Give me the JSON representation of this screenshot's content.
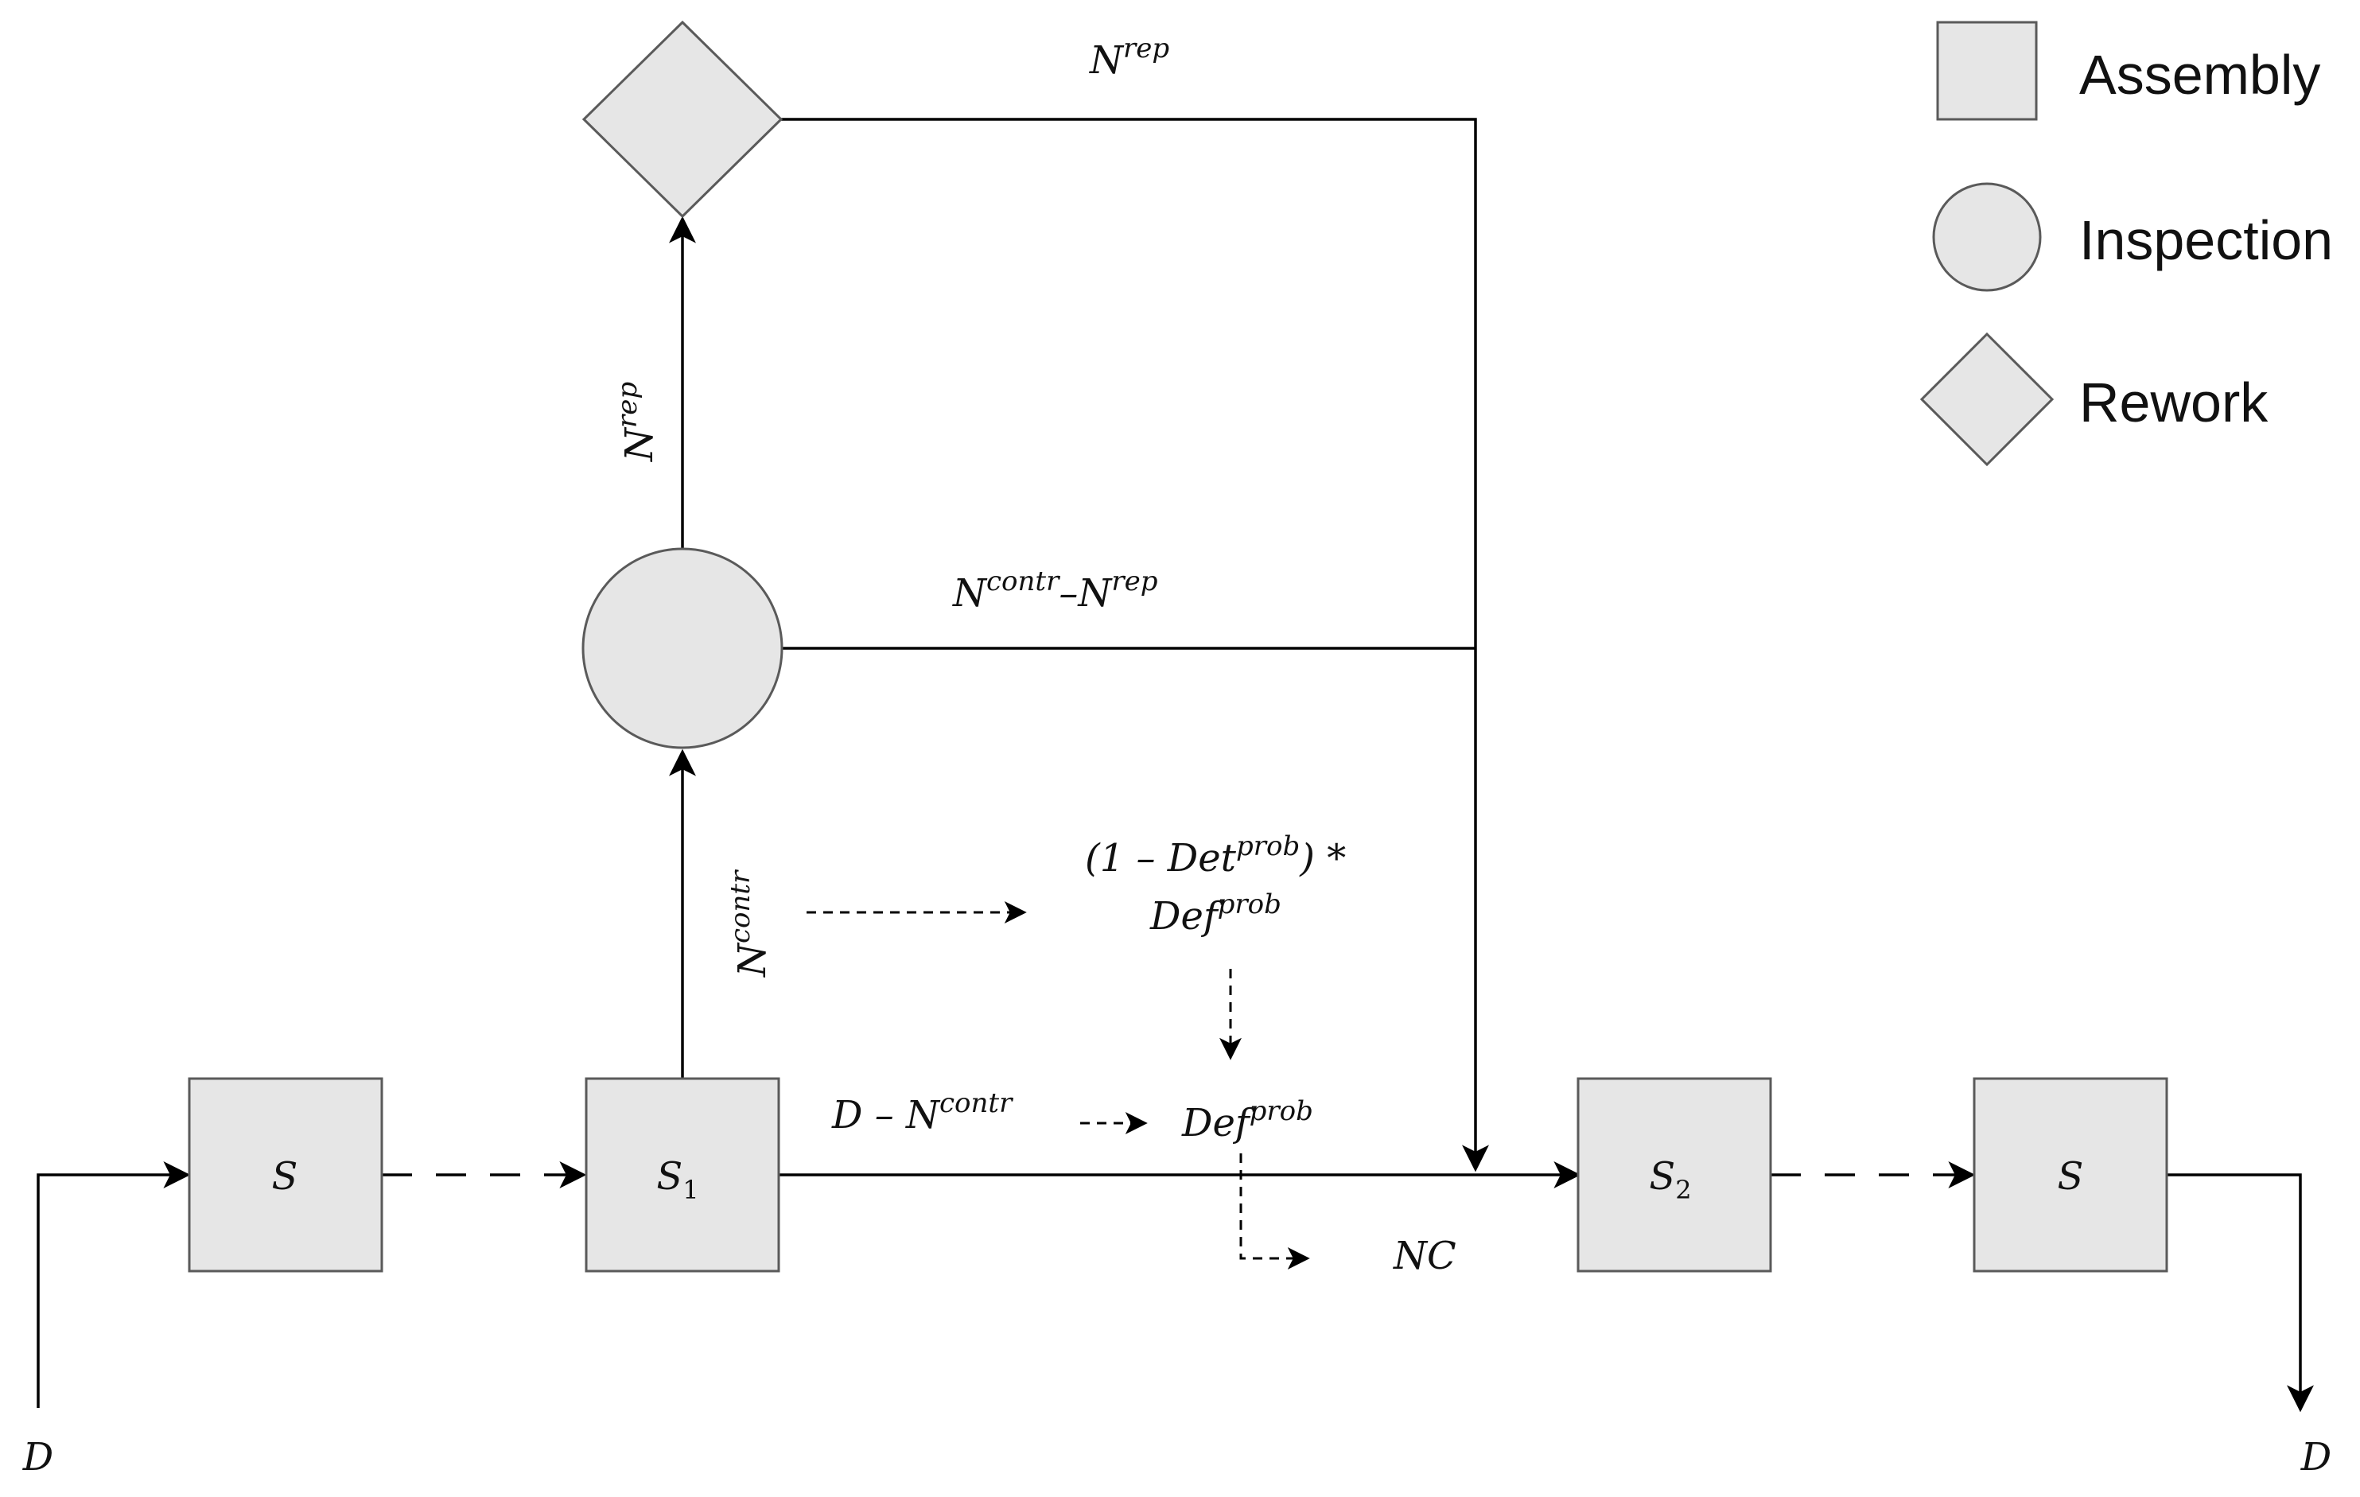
{
  "legend": {
    "assembly": "Assembly",
    "inspection": "Inspection",
    "rework": "Rework"
  },
  "stations": {
    "first": {
      "base": "S",
      "sub": ""
    },
    "s1": {
      "base": "S",
      "sub": "1"
    },
    "s2": {
      "base": "S",
      "sub": "2"
    },
    "last": {
      "base": "S",
      "sub": ""
    }
  },
  "labels": {
    "demand_in": "D",
    "demand_out": "D",
    "n_rep_top": {
      "base": "N",
      "sup": "rep"
    },
    "n_rep_vertical": {
      "base": "N",
      "sup": "rep"
    },
    "n_contr_minus_n_rep": {
      "base1": "N",
      "sup1": "contr",
      "minus": "–",
      "base2": "N",
      "sup2": "rep"
    },
    "n_contr_vertical": {
      "base": "N",
      "sup": "contr"
    },
    "undetected_line1": {
      "open": "(1 – ",
      "base": "Det",
      "sup": "prob",
      "close": ") *"
    },
    "undetected_line2": {
      "base": "Def",
      "sup": "prob"
    },
    "d_minus_n_contr": {
      "base1": "D",
      "minus": " – ",
      "base2": "N",
      "sup": "contr"
    },
    "def_prob": {
      "base": "Def",
      "sup": "prob"
    },
    "nc": "NC"
  }
}
